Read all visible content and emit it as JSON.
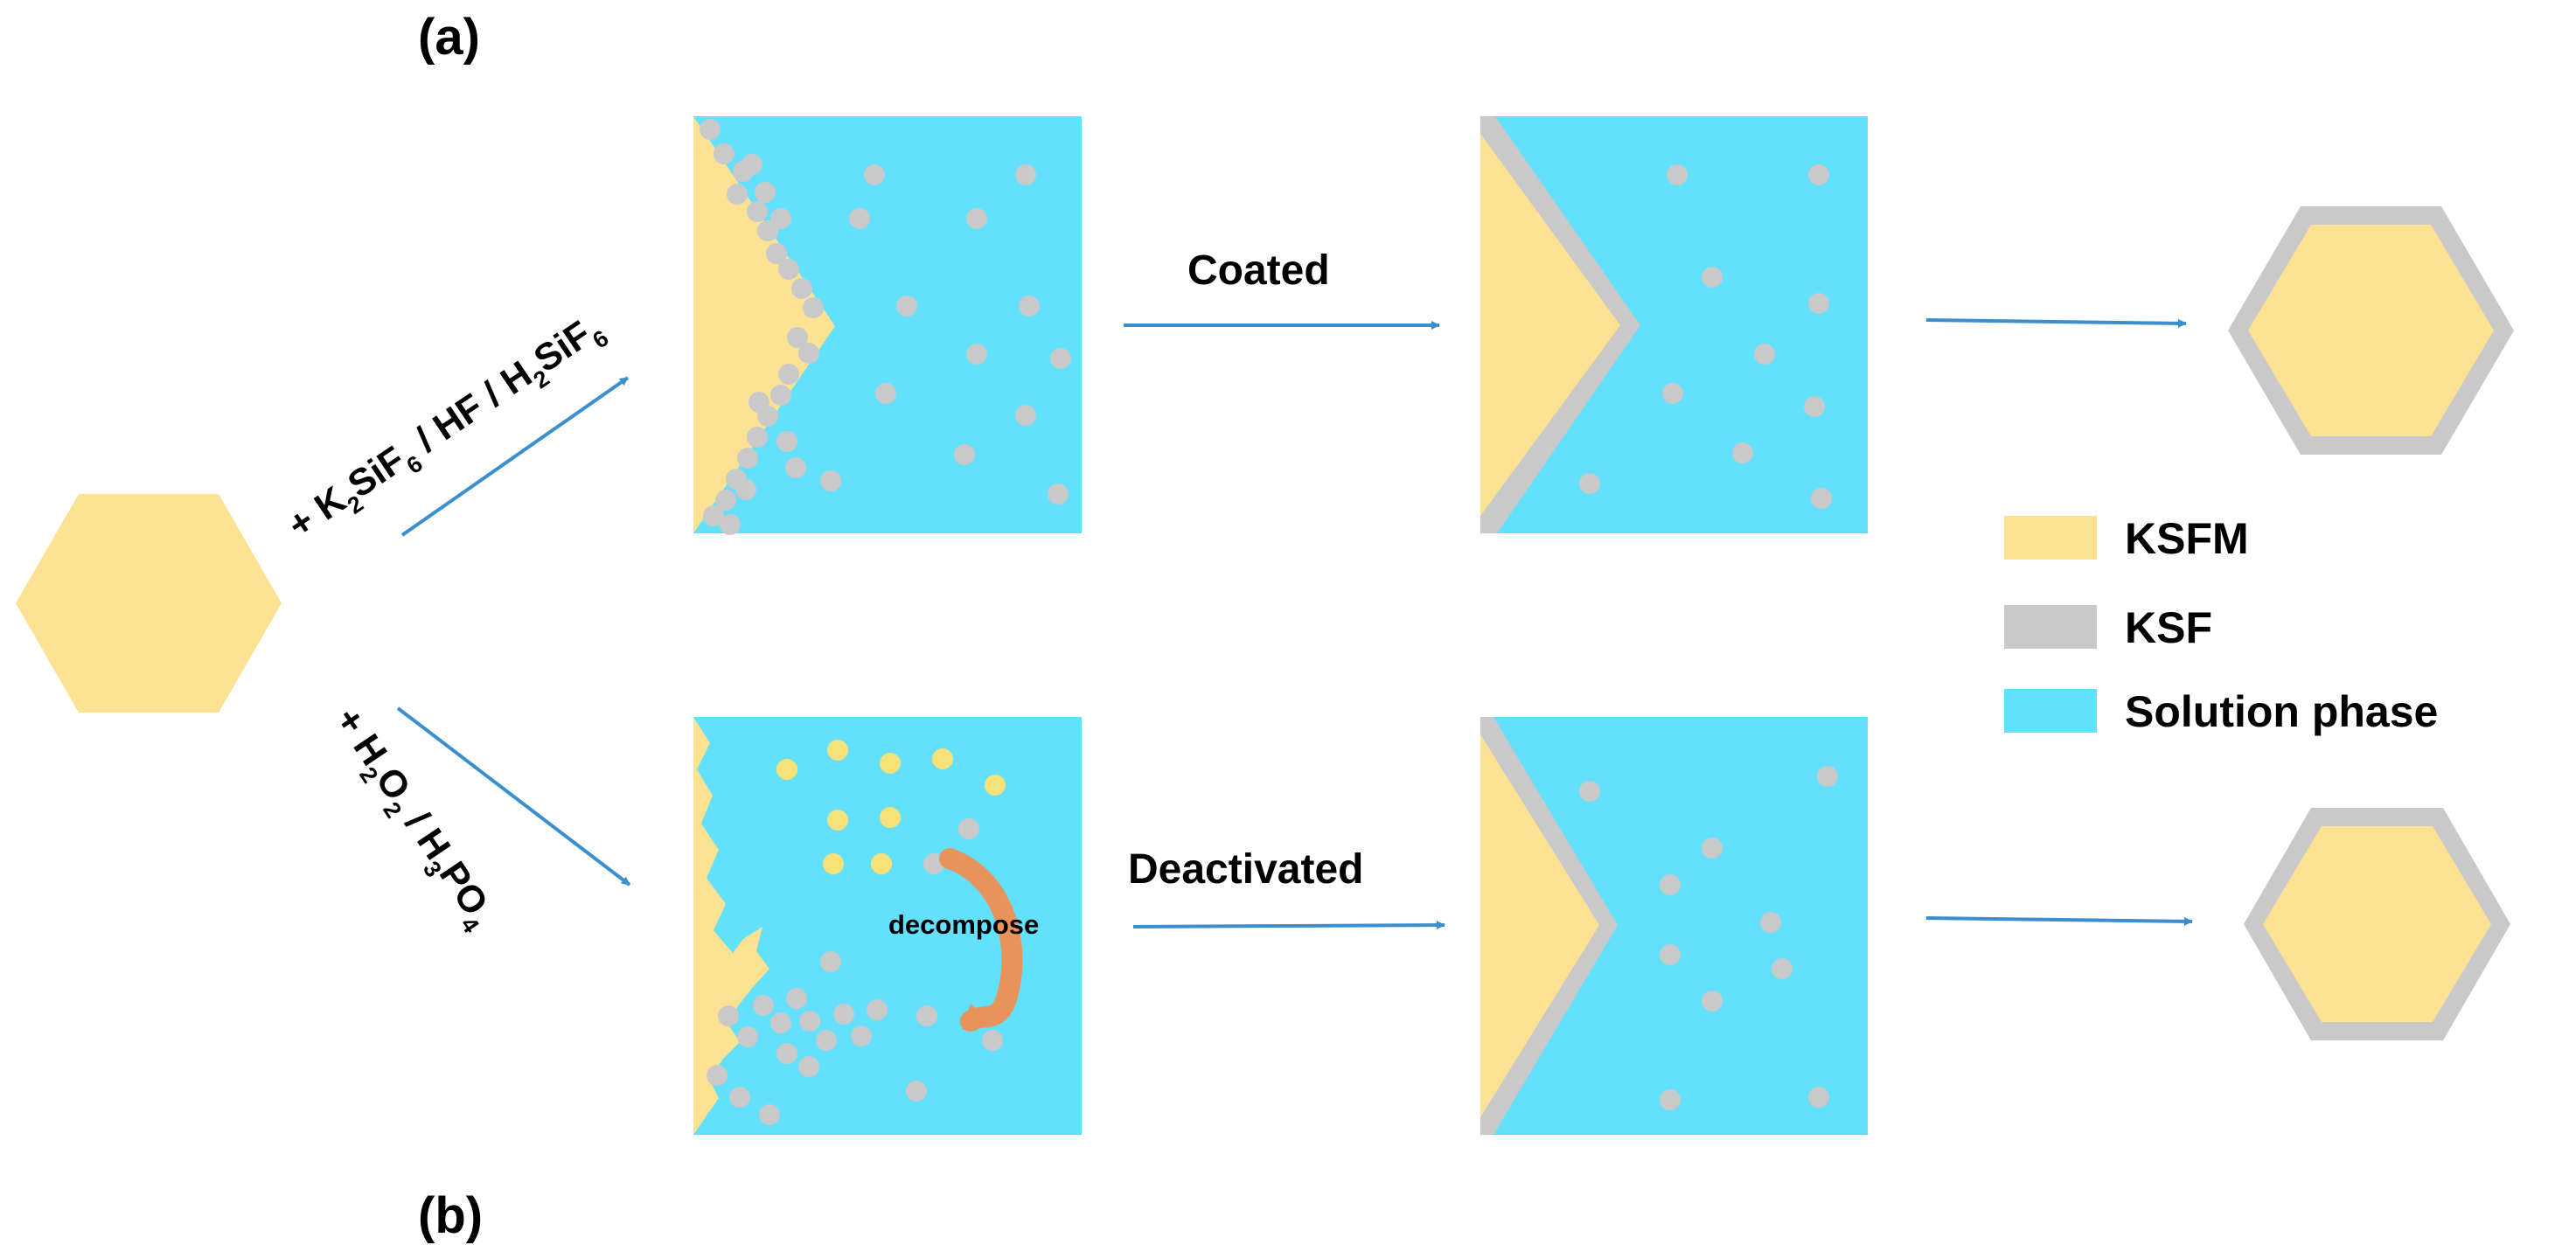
{
  "panel_labels": {
    "a": "(a)",
    "b": "(b)"
  },
  "reagents": {
    "top": [
      {
        "t": "+ K"
      },
      {
        "t": "2",
        "sub": true
      },
      {
        "t": "SiF"
      },
      {
        "t": "6",
        "sub": true
      },
      {
        "t": " / HF / H"
      },
      {
        "t": "2",
        "sub": true
      },
      {
        "t": "SiF"
      },
      {
        "t": "6",
        "sub": true
      }
    ],
    "bottom": [
      {
        "t": "+ H"
      },
      {
        "t": "2",
        "sub": true
      },
      {
        "t": "O"
      },
      {
        "t": "2",
        "sub": true
      },
      {
        "t": " / H"
      },
      {
        "t": "3",
        "sub": true
      },
      {
        "t": "PO"
      },
      {
        "t": "4",
        "sub": true
      }
    ]
  },
  "steps": {
    "coated": "Coated",
    "deactivated": "Deactivated",
    "decompose": "decompose"
  },
  "legend": [
    {
      "label": "KSFM",
      "color": "#fde293"
    },
    {
      "label": "KSF",
      "color": "#c9c9c9"
    },
    {
      "label": "Solution phase",
      "color": "#62e0fc"
    }
  ],
  "colors": {
    "ksfm": "#fde293",
    "ksf": "#c9c9c9",
    "solution": "#62e0fc",
    "arrow": "#3b8fcf",
    "decompose_arrow": "#e8935c",
    "yellow_particle": "#f7e27a"
  }
}
